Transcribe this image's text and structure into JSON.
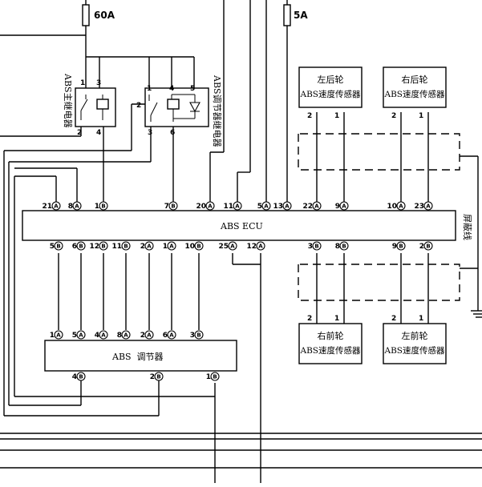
{
  "fuses": [
    {
      "label": "60A"
    },
    {
      "label": "5A"
    }
  ],
  "relays": {
    "main": {
      "label": "ABS主继电器",
      "pins": [
        "1",
        "3",
        "2",
        "4"
      ]
    },
    "regulator": {
      "label": "ABS调节器继电器",
      "pins": [
        "1",
        "4",
        "5",
        "2",
        "3",
        "6"
      ]
    }
  },
  "ecu": {
    "label": "ABS ECU",
    "top_pins": [
      {
        "num": "21",
        "conn": "A"
      },
      {
        "num": "8",
        "conn": "A"
      },
      {
        "num": "1",
        "conn": "B"
      },
      {
        "num": "7",
        "conn": "B"
      },
      {
        "num": "20",
        "conn": "A"
      },
      {
        "num": "11",
        "conn": "A"
      },
      {
        "num": "5",
        "conn": "A"
      },
      {
        "num": "13",
        "conn": "A"
      },
      {
        "num": "22",
        "conn": "A"
      },
      {
        "num": "9",
        "conn": "A"
      },
      {
        "num": "10",
        "conn": "A"
      },
      {
        "num": "23",
        "conn": "A"
      }
    ],
    "bottom_pins": [
      {
        "num": "5",
        "conn": "B"
      },
      {
        "num": "6",
        "conn": "B"
      },
      {
        "num": "12",
        "conn": "B"
      },
      {
        "num": "11",
        "conn": "B"
      },
      {
        "num": "2",
        "conn": "A"
      },
      {
        "num": "1",
        "conn": "A"
      },
      {
        "num": "10",
        "conn": "B"
      },
      {
        "num": "25",
        "conn": "A"
      },
      {
        "num": "12",
        "conn": "A"
      },
      {
        "num": "3",
        "conn": "B"
      },
      {
        "num": "8",
        "conn": "B"
      },
      {
        "num": "9",
        "conn": "B"
      },
      {
        "num": "2",
        "conn": "B"
      }
    ]
  },
  "sensors": [
    {
      "line1": "左后轮",
      "line2": "ABS速度传感器",
      "pins": [
        "2",
        "1"
      ]
    },
    {
      "line1": "右后轮",
      "line2": "ABS速度传感器",
      "pins": [
        "2",
        "1"
      ]
    },
    {
      "line1": "右前轮",
      "line2": "ABS速度传感器",
      "pins": [
        "2",
        "1"
      ]
    },
    {
      "line1": "左前轮",
      "line2": "ABS速度传感器",
      "pins": [
        "2",
        "1"
      ]
    }
  ],
  "shield": {
    "label": "屏蔽线"
  },
  "regulator": {
    "label": "ABS  调节器",
    "top_pins": [
      {
        "num": "1",
        "conn": "A"
      },
      {
        "num": "5",
        "conn": "A"
      },
      {
        "num": "4",
        "conn": "A"
      },
      {
        "num": "8",
        "conn": "A"
      },
      {
        "num": "2",
        "conn": "A"
      },
      {
        "num": "6",
        "conn": "A"
      },
      {
        "num": "3",
        "conn": "B"
      }
    ],
    "bottom_pins": [
      {
        "num": "4",
        "conn": "B"
      },
      {
        "num": "2",
        "conn": "B"
      },
      {
        "num": "1",
        "conn": "B"
      }
    ]
  }
}
